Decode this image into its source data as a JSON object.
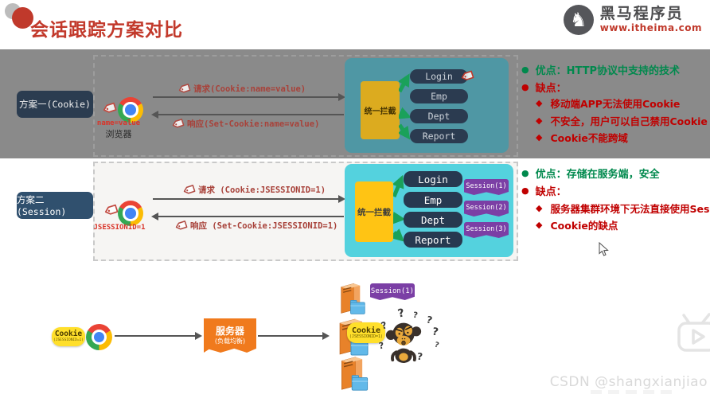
{
  "header": {
    "title": "会话跟踪方案对比",
    "brand_name": "黑马程序员",
    "brand_url": "www.itheima.com"
  },
  "plan1": {
    "label": "方案一(Cookie)",
    "cookie_tag": "name=value",
    "browser_caption": "浏览器",
    "request": "请求(Cookie:name=value)",
    "response": "响应(Set-Cookie:name=value)",
    "interceptor": "统一拦截",
    "endpoints": [
      "Login",
      "Emp",
      "Dept",
      "Report"
    ],
    "pros": "优点：HTTP协议中支持的技术",
    "cons_title": "缺点：",
    "cons": [
      "移动端APP无法使用Cookie",
      "不安全，用户可以自己禁用Cookie",
      "Cookie不能跨域"
    ]
  },
  "plan2": {
    "label": "方案二(Session)",
    "cookie_tag": "JSESSIONID=1",
    "request": "请求 (Cookie:JSESSIONID=1)",
    "response": "响应 (Set-Cookie:JSESSIONID=1)",
    "interceptor": "统一拦截",
    "endpoints": [
      "Login",
      "Emp",
      "Dept",
      "Report"
    ],
    "sessions": [
      "Session(1)",
      "Session(2)",
      "Session(3)"
    ],
    "pros": "优点：存储在服务端，安全",
    "cons_title": "缺点：",
    "cons": [
      "服务器集群环境下无法直接使用Session",
      "Cookie的缺点"
    ]
  },
  "cluster": {
    "browser_cookie": "Cookie",
    "browser_cookie_sub": "(JSESSIONID=1)",
    "lb_title": "服务器",
    "lb_sub": "(负载均衡)",
    "session_tag": "Session(1)",
    "server_cookie": "Cookie",
    "server_cookie_sub": "(JSESSIONID=1)"
  },
  "icons": {
    "bullet": "●",
    "diamond": "◆",
    "question": "?",
    "horse": "♞"
  },
  "watermark": "CSDN @shangxianjiao",
  "colors": {
    "title_red": "#c2392b",
    "pros_green": "#00894d",
    "cons_red": "#c00000",
    "plan_navy": "#2b3c50",
    "box_teal": "#4f97a4",
    "box_cyan": "#54d2de",
    "interceptor_yellow": "#ffc414",
    "session_purple": "#7b3fa5",
    "server_orange": "#f07a1d"
  }
}
